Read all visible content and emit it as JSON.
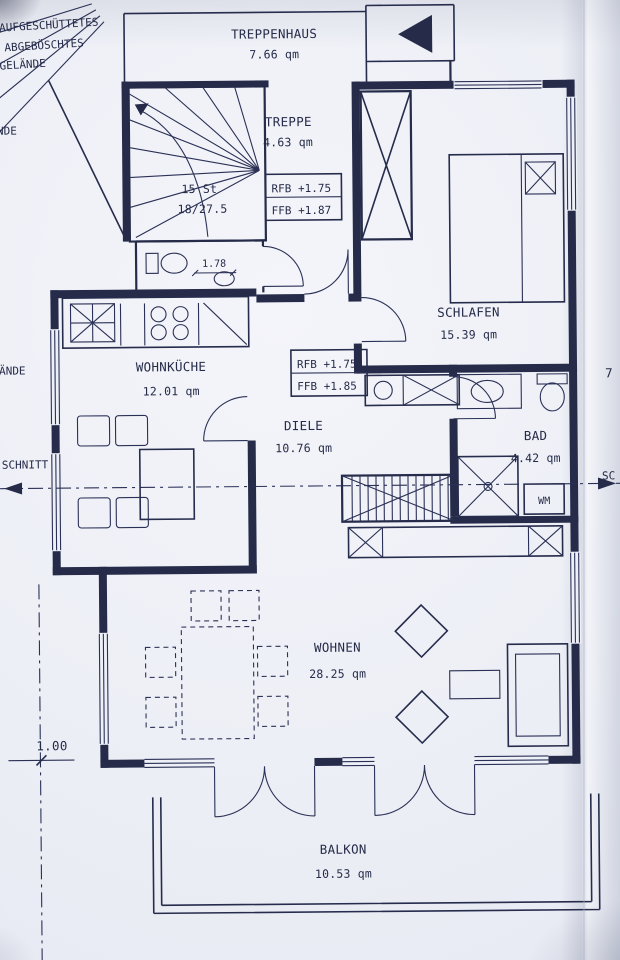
{
  "colors": {
    "ink": "#252b49",
    "paper": "#eceef6"
  },
  "terrain": {
    "line1": "AUFGESCHÜTTETES",
    "line2": "ABGEBÖSCHTES",
    "line3": "GELÄNDE",
    "edge_upper": "NDE",
    "edge_lower": "ÄNDE"
  },
  "rooms": {
    "treppenhaus": {
      "name": "TREPPENHAUS",
      "area": "7.66 qm"
    },
    "treppe": {
      "name": "TREPPE",
      "area": "4.63 qm"
    },
    "schlafen": {
      "name": "SCHLAFEN",
      "area": "15.39 qm"
    },
    "wohnkueche": {
      "name": "WOHNKÜCHE",
      "area": "12.01 qm"
    },
    "diele": {
      "name": "DIELE",
      "area": "10.76 qm"
    },
    "bad": {
      "name": "BAD",
      "area": "4.42 qm"
    },
    "wohnen": {
      "name": "WOHNEN",
      "area": "28.25 qm"
    },
    "balkon": {
      "name": "BALKON",
      "area": "10.53 qm"
    }
  },
  "stair": {
    "steps": "15 St",
    "rise_run": "18/27.5"
  },
  "levels": {
    "stairwell": {
      "rfb": "RFB +1.75",
      "ffb": "FFB +1.87"
    },
    "hall": {
      "rfb": "RFB +1.75",
      "ffb": "FFB +1.85"
    }
  },
  "annotations": {
    "section_left": "SCHNITT",
    "section_right": "SC",
    "washing_machine": "WM",
    "dim_wc": "1.78",
    "dim_left": "1.00",
    "edge_right": "7"
  }
}
